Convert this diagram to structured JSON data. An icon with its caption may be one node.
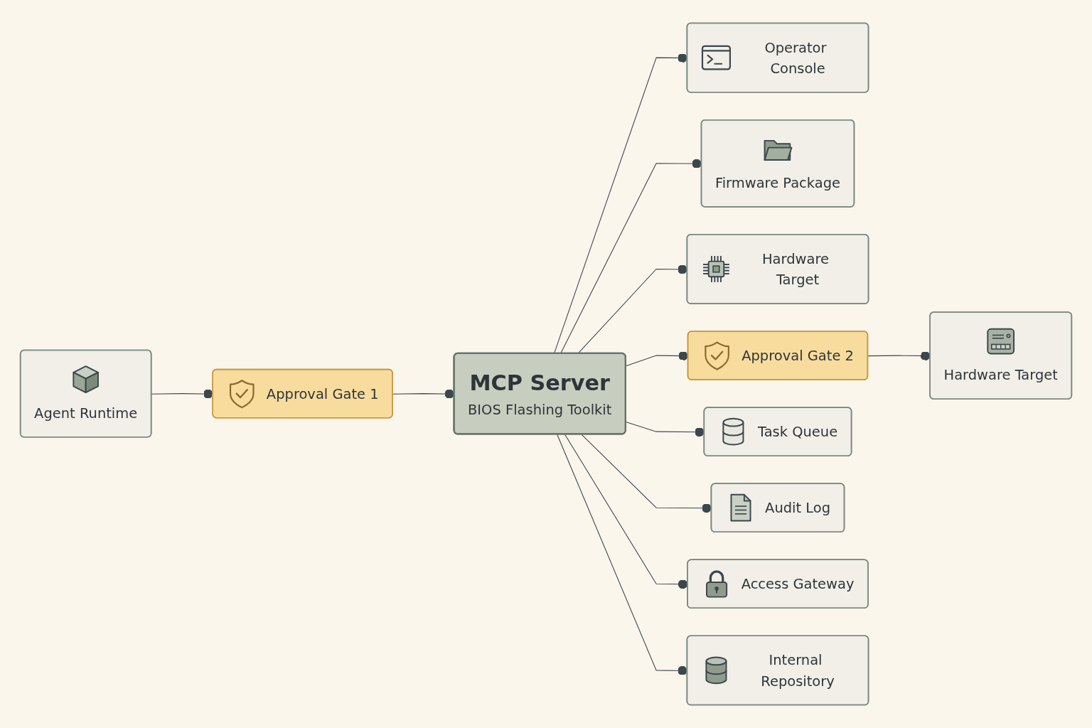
{
  "diagram": {
    "nodes": [
      {
        "text": [
          "Operator Console"
        ]
      },
      {
        "text": [
          "Firmware Package"
        ]
      },
      {
        "text": [
          "Hardware Target"
        ]
      },
      {
        "text": [
          "Agent Runtime"
        ]
      },
      {
        "text": [
          "Approval Gate 1"
        ]
      },
      {
        "text": [
          "MCP Server",
          "BIOS Flashing Toolkit"
        ]
      },
      {
        "text": [
          "Approval Gate 2"
        ]
      },
      {
        "text": [
          "Hardware Target"
        ]
      },
      {
        "text": [
          "Task Queue"
        ]
      },
      {
        "text": [
          "Audit Log"
        ]
      },
      {
        "text": [
          "Access Gateway"
        ]
      },
      {
        "text": [
          "Internal Repository"
        ]
      }
    ],
    "edges": [
      {
        "from": 5,
        "to": 0,
        "arrow": "other"
      },
      {
        "from": 5,
        "to": 1,
        "arrow": "other"
      },
      {
        "from": 5,
        "to": 2,
        "arrow": "other"
      },
      {
        "from": 3,
        "to": 4,
        "arrow": "other"
      },
      {
        "from": 4,
        "to": 5,
        "arrow": "other"
      },
      {
        "from": 5,
        "to": 6,
        "arrow": "other"
      },
      {
        "from": 6,
        "to": 7,
        "arrow": "other"
      },
      {
        "from": 5,
        "to": 8,
        "arrow": "other"
      },
      {
        "from": 5,
        "to": 9,
        "arrow": "other"
      },
      {
        "from": 5,
        "to": 10,
        "arrow": "other"
      },
      {
        "from": 5,
        "to": 11,
        "arrow": "other"
      }
    ]
  }
}
